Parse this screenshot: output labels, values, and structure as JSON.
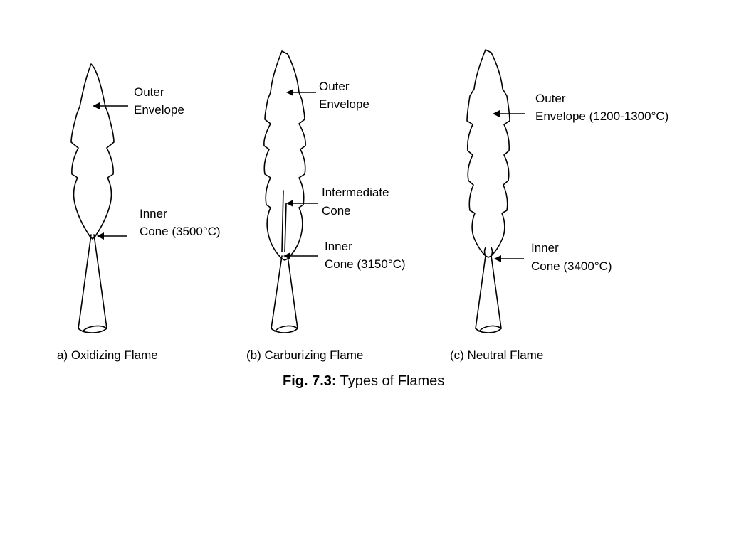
{
  "figure": {
    "number_label": "Fig. 7.3:",
    "title": "Types of Flames"
  },
  "flames": [
    {
      "caption": "a) Oxidizing Flame",
      "labels": {
        "outer_line1": "Outer",
        "outer_line2": "Envelope",
        "inner_line1": "Inner",
        "inner_line2": "Cone (3500°C)"
      }
    },
    {
      "caption": "(b) Carburizing Flame",
      "labels": {
        "outer_line1": "Outer",
        "outer_line2": "Envelope",
        "intermediate_line1": "Intermediate",
        "intermediate_line2": "Cone",
        "inner_line1": "Inner",
        "inner_line2": "Cone (3150°C)"
      }
    },
    {
      "caption": "(c) Neutral Flame",
      "labels": {
        "outer_line1": "Outer",
        "outer_line2": "Envelope (1200-1300°C)",
        "inner_line1": "Inner",
        "inner_line2": "Cone (3400°C)"
      }
    }
  ]
}
